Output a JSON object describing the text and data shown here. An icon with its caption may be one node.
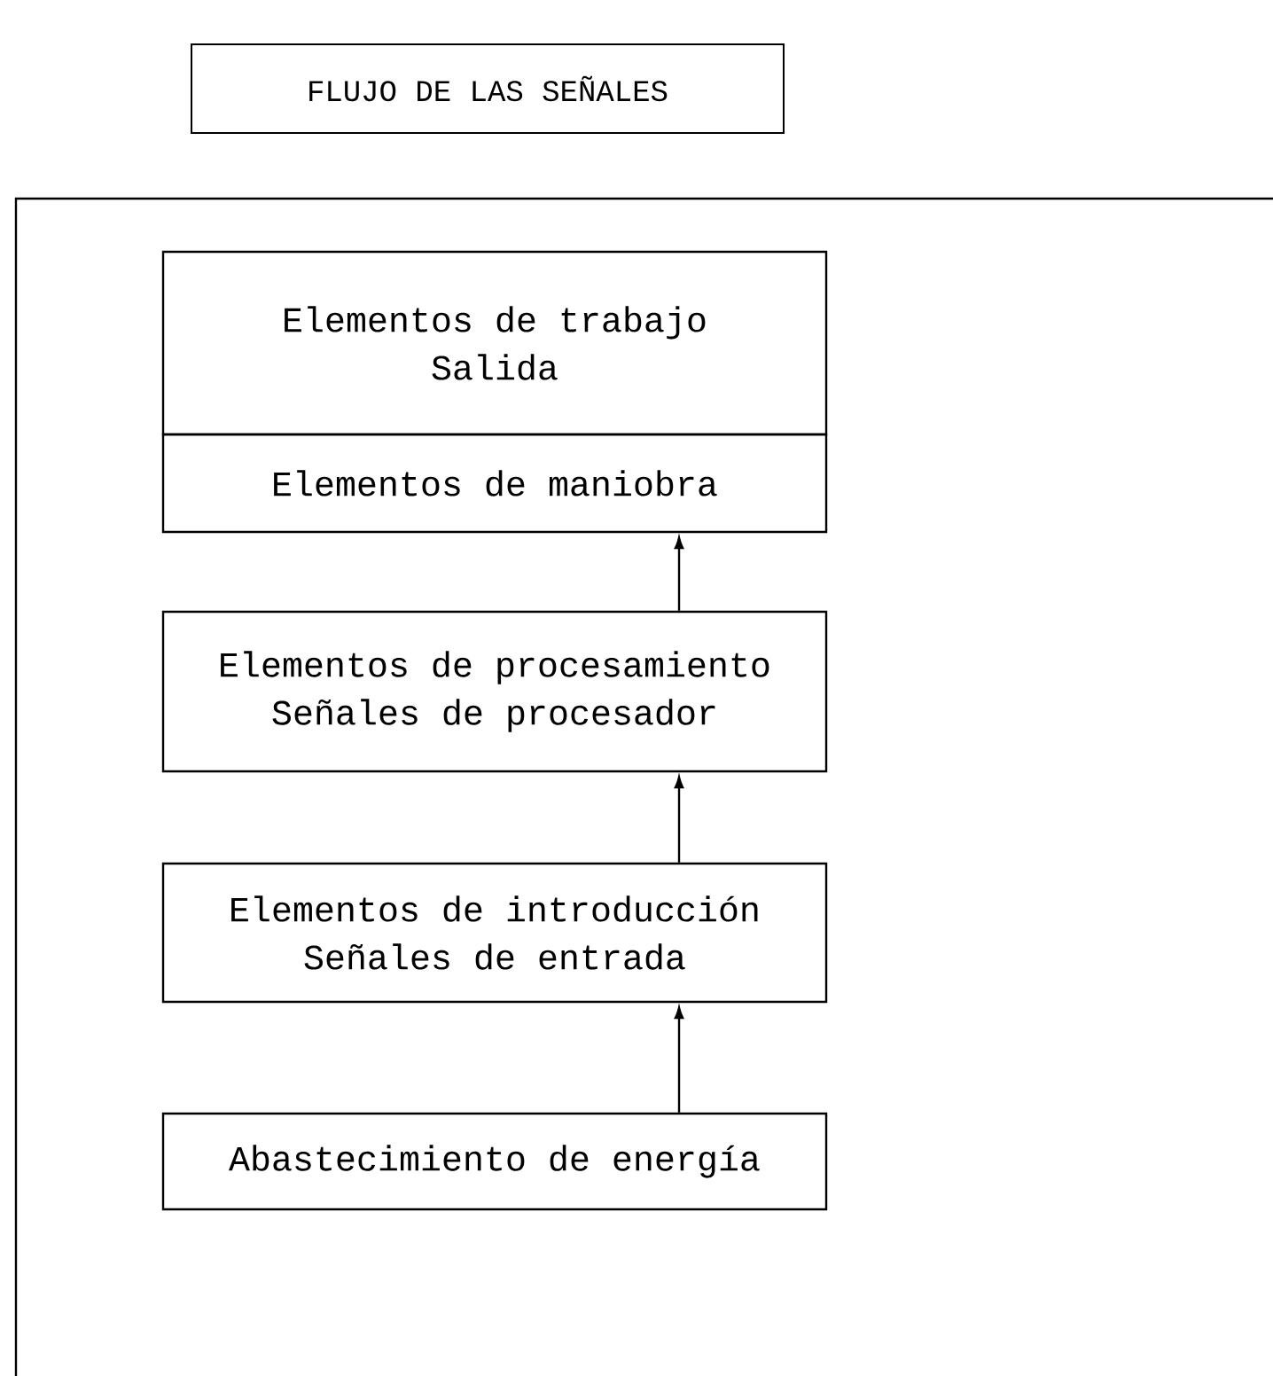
{
  "diagram": {
    "nodes": [
      {
        "text": [
          "FLUJO DE LAS SEÑALES"
        ]
      },
      {
        "text": [
          "Elementos de trabajo Salida"
        ]
      },
      {
        "text": [
          "Elementos de maniobra"
        ]
      },
      {
        "text": [
          "Elementos de procesamiento Señales de procesador"
        ]
      },
      {
        "text": [
          "Elementos de introducción Señales de entrada"
        ]
      },
      {
        "text": [
          "Abastecimiento de energía"
        ]
      }
    ],
    "edges": [
      {
        "from": 5,
        "to": 4,
        "arrow": "to"
      },
      {
        "from": 4,
        "to": 3,
        "arrow": "to"
      },
      {
        "from": 3,
        "to": 2,
        "arrow": "to"
      }
    ]
  }
}
